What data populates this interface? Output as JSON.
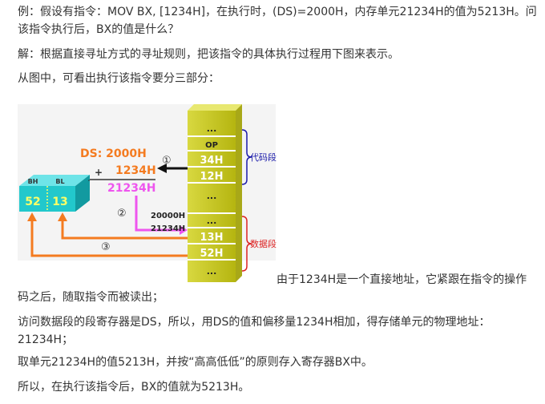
{
  "paragraphs": {
    "p1": "例：假设有指令：MOV BX, [1234H]，在执行时，(DS)=2000H，内存单元21234H的值为5213H。问该指令执行后，BX的值是什么？",
    "p2": "解：根据直接寻址方式的寻址规则，把该指令的具体执行过程用下图来表示。",
    "p3": "从图中，可看出执行该指令要分三部分：",
    "p4": "由于1234H是一个直接地址，它紧跟在指令的操作码之后，随取指令而被读出；",
    "p5": "访问数据段的段寄存器是DS，所以，用DS的值和偏移量1234H相加，得存储单元的物理地址：21234H；",
    "p6": "取单元21234H的值5213H，并按“高高低低”的原则存入寄存器BX中。",
    "p7": "所以，在执行该指令后，BX的值就为5213H。"
  },
  "figure": {
    "ds_label": "DS: 2000H",
    "plus": "+",
    "offset": "1234H",
    "sum": "21234H",
    "step1": "①",
    "step2": "②",
    "step3": "③",
    "register": {
      "bh_label": "BH",
      "bl_label": "BL",
      "bh_value": "52",
      "bl_value": "13"
    },
    "memory": {
      "cells": [
        "...",
        "OP",
        "34H",
        "12H",
        "...",
        "...",
        "13H",
        "52H",
        "..."
      ],
      "addr_20000": "20000H",
      "addr_21234": "21234H"
    },
    "code_segment_label": "代码段",
    "data_segment_label": "数据段"
  },
  "colors": {
    "orange": "#f47b20",
    "magenta": "#ee55ee",
    "olive": "#c8c820",
    "teal": "#22c8cc",
    "navy": "#1a1aaa",
    "red": "#dd2222"
  }
}
